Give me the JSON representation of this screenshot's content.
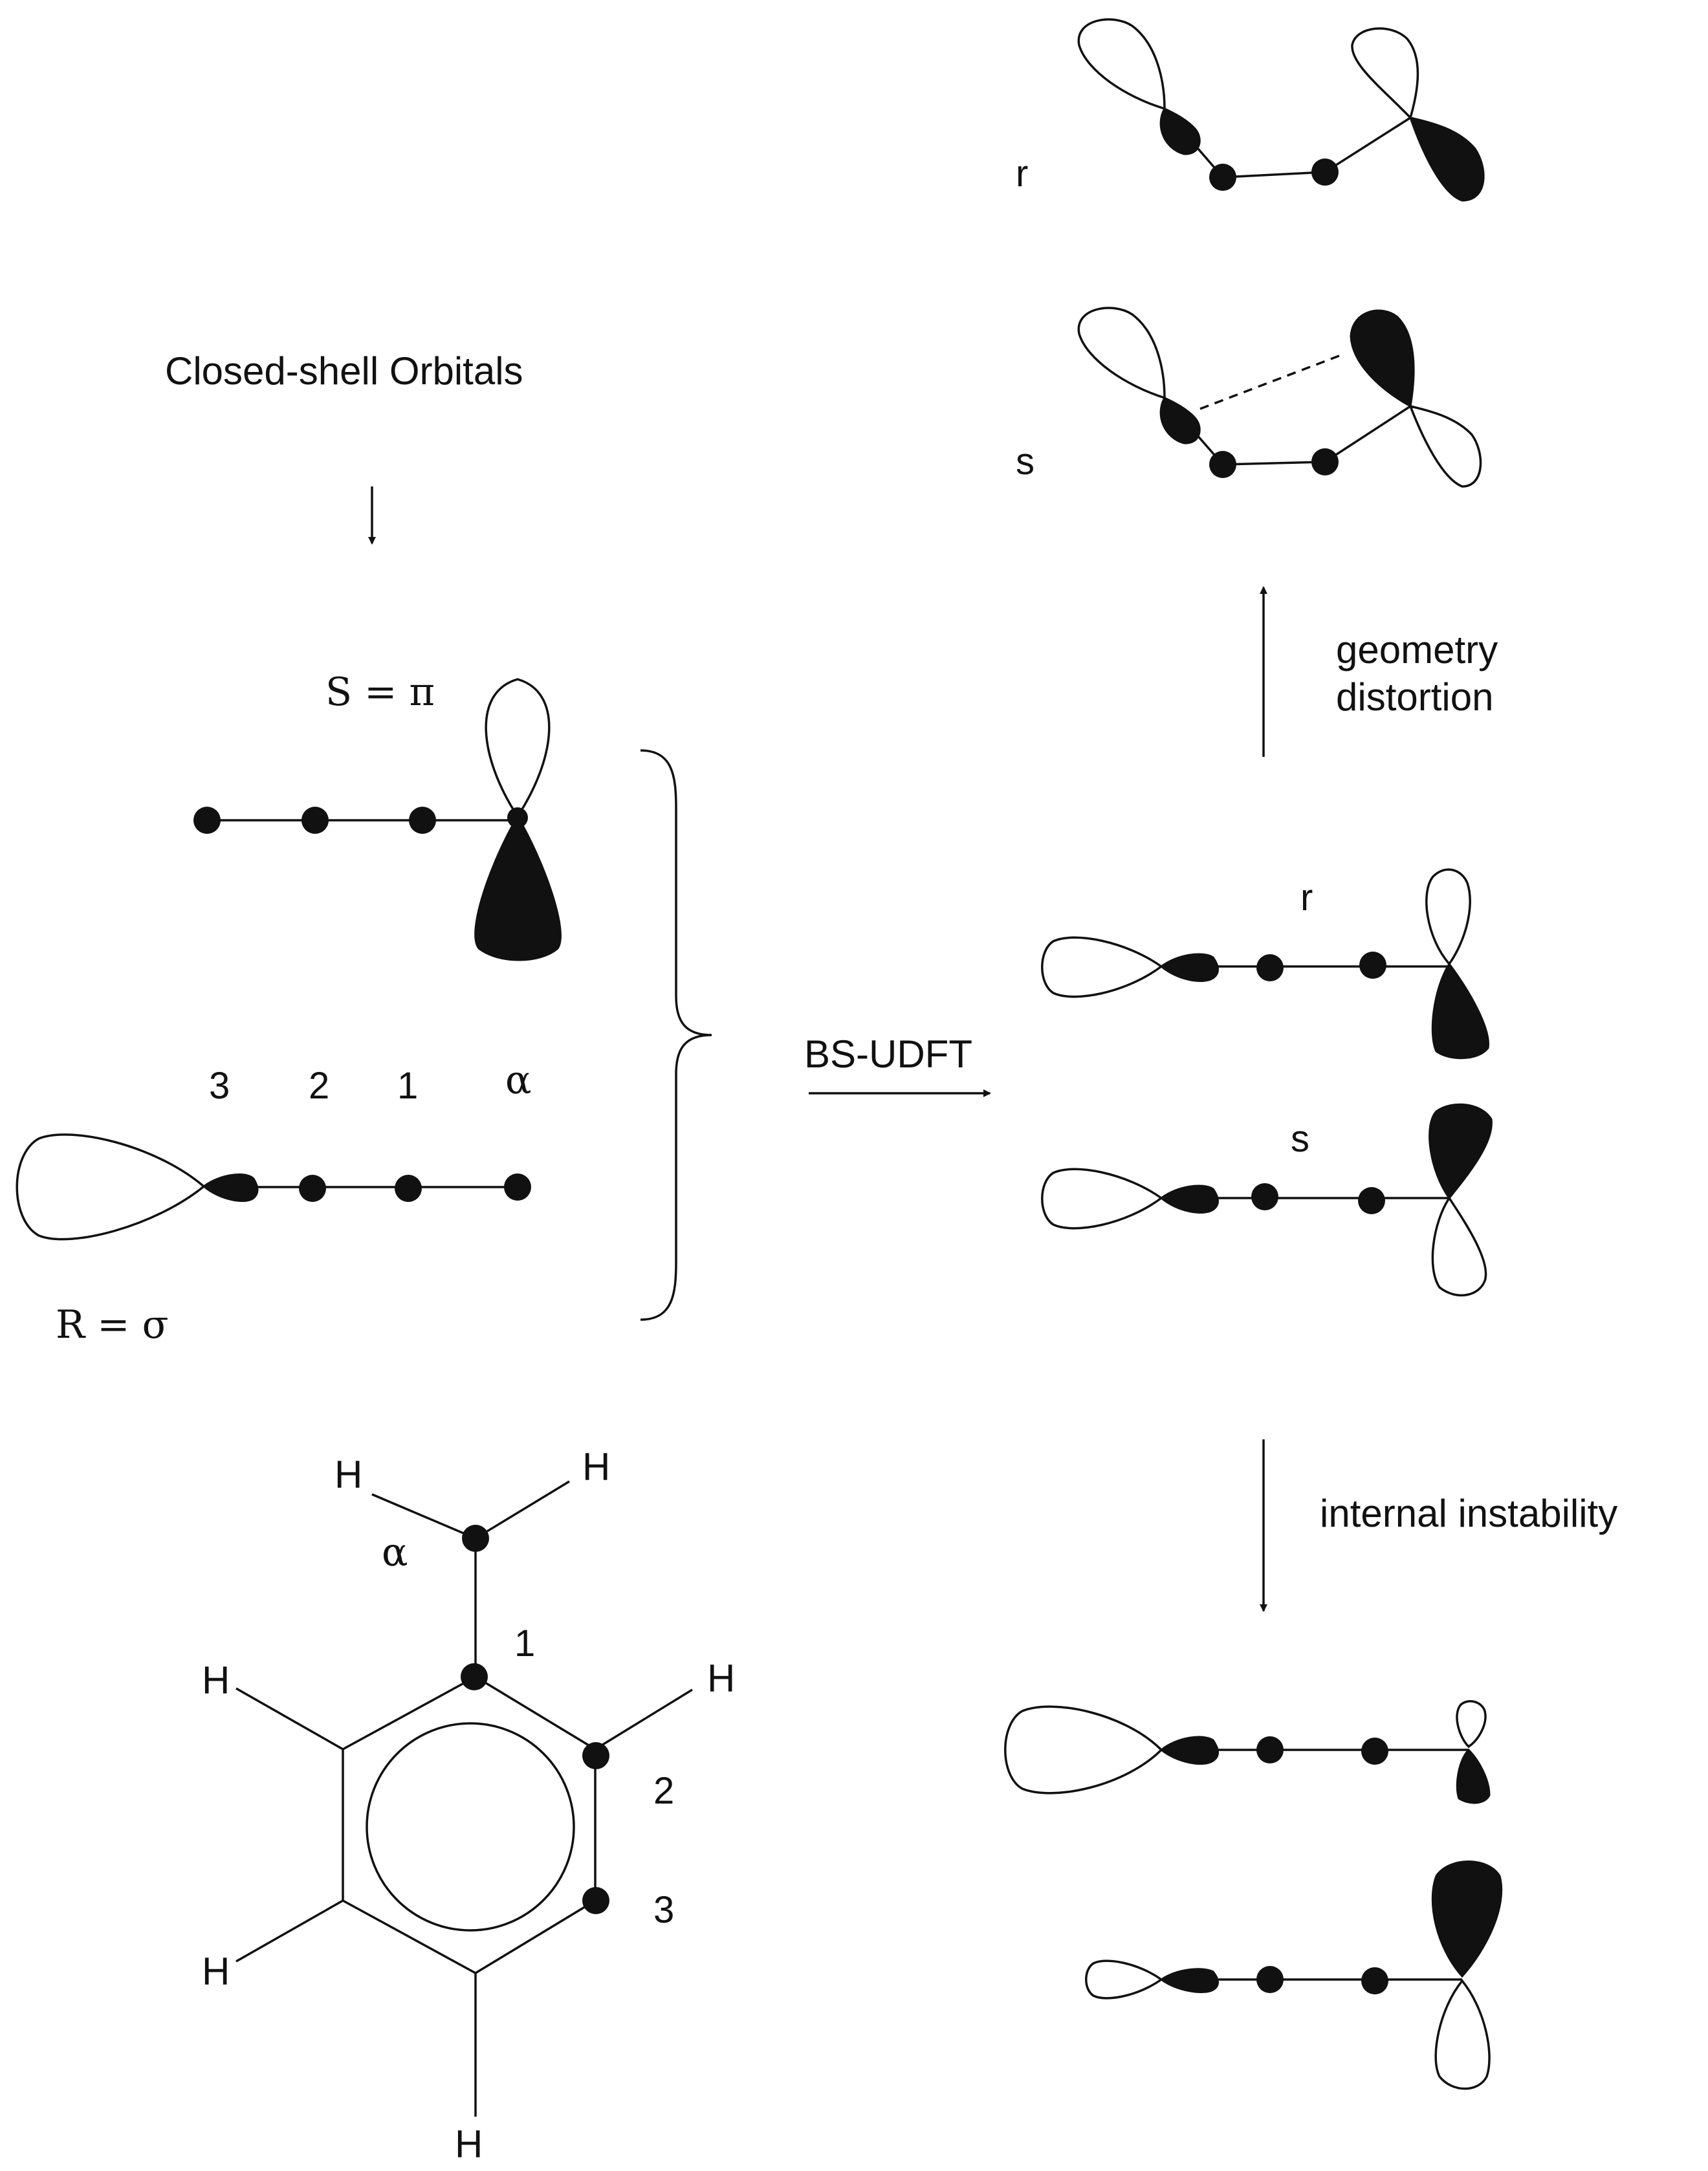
{
  "labels": {
    "closed_shell": "Closed-shell Orbitals",
    "s_pi": "S = π",
    "r_sigma": "R = σ",
    "idx3": "3",
    "idx2": "2",
    "idx1": "1",
    "alpha": "α",
    "bs_udft": "BS-UDFT",
    "geometry": "geometry",
    "distortion": "distortion",
    "internal_instability": "internal instability",
    "top_r": "r",
    "top_s": "s",
    "mid_r": "r",
    "mid_s": "s"
  },
  "benzyl": {
    "H": "H",
    "alpha": "α",
    "pos1": "1",
    "pos2": "2",
    "pos3": "3"
  },
  "colors": {
    "ink": "#111111",
    "background": "#ffffff"
  }
}
